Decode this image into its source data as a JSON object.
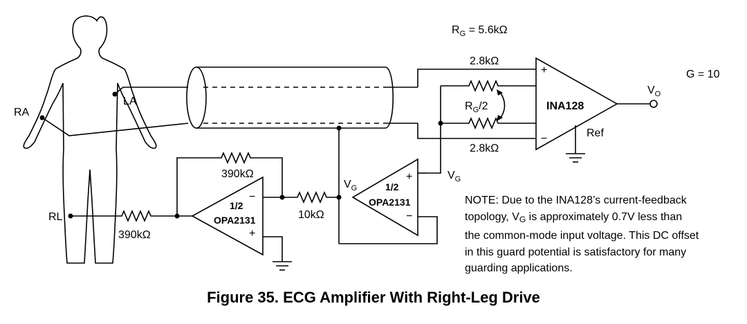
{
  "labels": {
    "rg_value": "5.6kΩ",
    "gain": "G = 10",
    "r_top": "2.8kΩ",
    "r_bottom": "2.8kΩ",
    "rg_half": "/2",
    "ina": "INA128",
    "ref": "Ref",
    "vo_sub": "O",
    "vg_sub": "G",
    "r_feedback": "390kΩ",
    "r_input": "390kΩ",
    "r_10k": "10kΩ",
    "half": "1/2",
    "opa": "OPA2131",
    "la": "LA",
    "ra": "RA",
    "rl": "RL",
    "plus": "+",
    "minus": "−"
  },
  "note": {
    "line1": "NOTE: Due to the INA128’s current-feedback",
    "line2_pre": "topology, V",
    "line2_sub": "G",
    "line2_post": " is approximately 0.7V less than",
    "line3": "the common-mode input voltage. This DC offset",
    "line4": "in this guard potential is satisfactory for many",
    "line5": "guarding applications."
  },
  "caption": "Figure 35.  ECG Amplifier With Right-Leg Drive"
}
